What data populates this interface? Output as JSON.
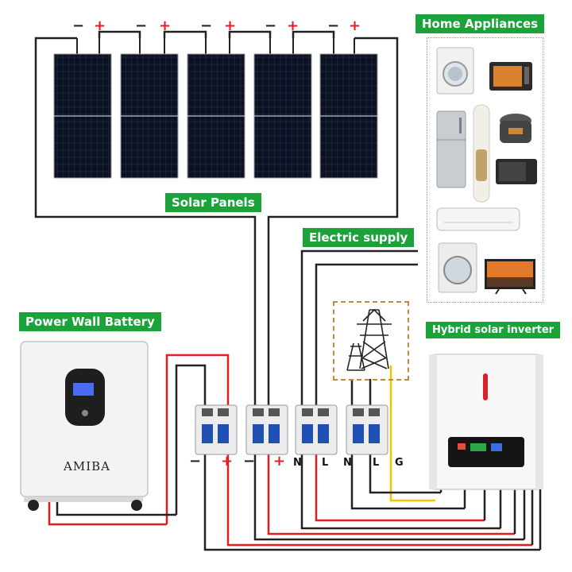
{
  "labels": {
    "home_appliances": "Home Appliances",
    "solar_panels": "Solar Panels",
    "electric_supply": "Electric supply",
    "power_wall_battery": "Power Wall Battery",
    "hybrid_inverter": "Hybrid solar inverter"
  },
  "panels": [
    {
      "neg": "−",
      "pos": "+"
    },
    {
      "neg": "−",
      "pos": "+"
    },
    {
      "neg": "−",
      "pos": "+"
    },
    {
      "neg": "−",
      "pos": "+"
    },
    {
      "neg": "−",
      "pos": "+"
    }
  ],
  "breaker_terminals": {
    "b1_neg": "−",
    "b1_pos": "+",
    "b2_neg": "−",
    "b2_pos": "+",
    "b3_n": "N",
    "b3_l": "L",
    "b4_n": "N",
    "b4_l": "L",
    "b4_g": "G"
  },
  "battery": {
    "brand": "AMIBA"
  },
  "colors": {
    "label_green": "#1ba33a",
    "positive_wire": "#e21d24",
    "negative_wire": "#222222",
    "ground_wire": "#f2c400",
    "grid_box_border": "#c8883a",
    "panel_cell": "#1d2740"
  },
  "icons": [
    "solar-panel",
    "circuit-breaker",
    "power-tower",
    "battery",
    "inverter",
    "washing-machine",
    "oven",
    "refrigerator",
    "air-conditioner",
    "rice-cooker",
    "microwave",
    "tv"
  ]
}
